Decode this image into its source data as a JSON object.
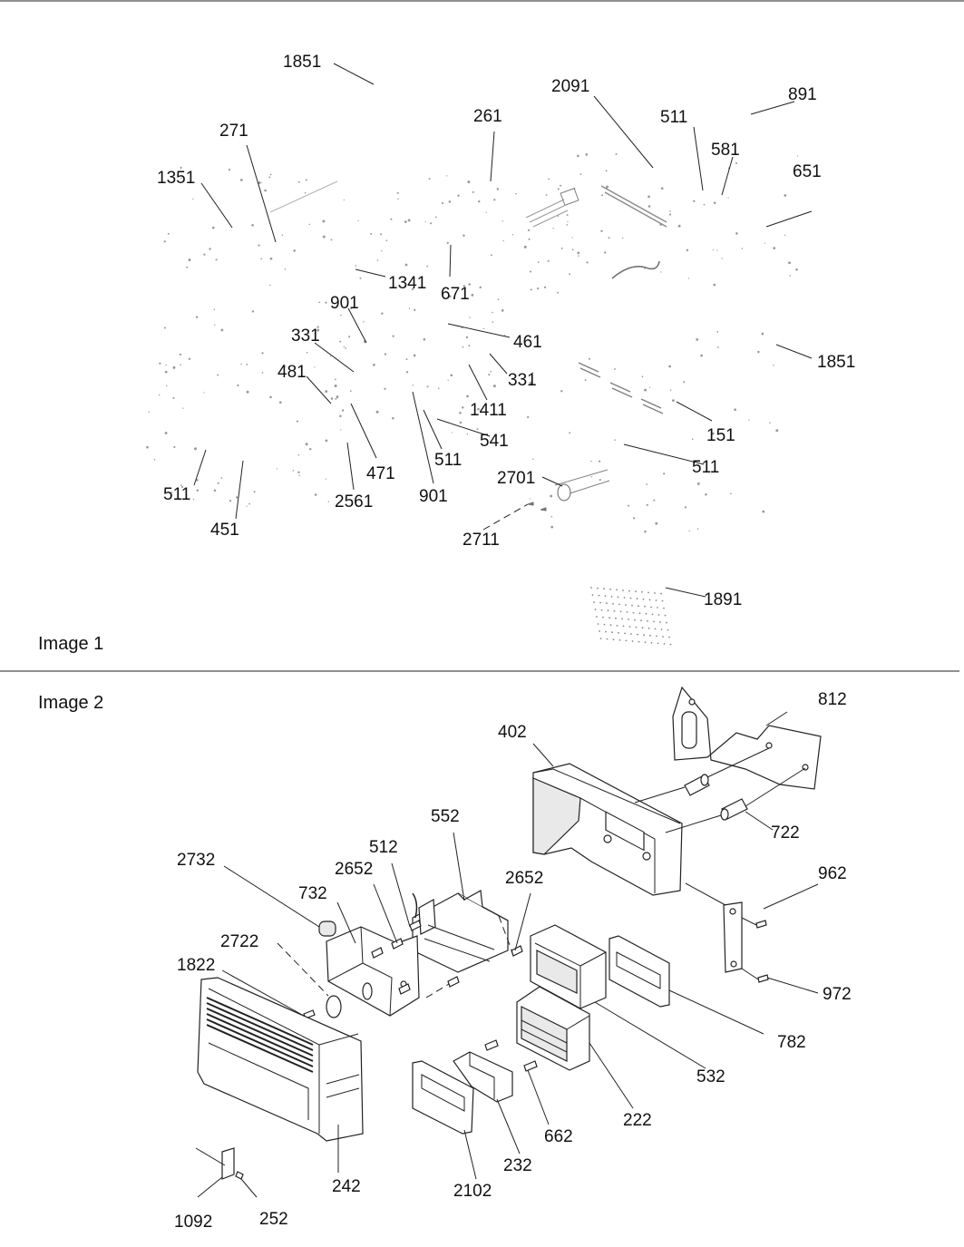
{
  "image1": {
    "label": "Image 1",
    "callouts": [
      {
        "text": "1851"
      },
      {
        "text": "2091"
      },
      {
        "text": "891"
      },
      {
        "text": "261"
      },
      {
        "text": "511"
      },
      {
        "text": "581"
      },
      {
        "text": "651"
      },
      {
        "text": "271"
      },
      {
        "text": "1351"
      },
      {
        "text": "1341"
      },
      {
        "text": "671"
      },
      {
        "text": "901"
      },
      {
        "text": "331"
      },
      {
        "text": "461"
      },
      {
        "text": "1851"
      },
      {
        "text": "481"
      },
      {
        "text": "331"
      },
      {
        "text": "1411"
      },
      {
        "text": "541"
      },
      {
        "text": "151"
      },
      {
        "text": "471"
      },
      {
        "text": "511"
      },
      {
        "text": "511"
      },
      {
        "text": "2561"
      },
      {
        "text": "901"
      },
      {
        "text": "511"
      },
      {
        "text": "2701"
      },
      {
        "text": "451"
      },
      {
        "text": "2711"
      },
      {
        "text": "1891"
      }
    ]
  },
  "image2": {
    "label": "Image 2",
    "callouts": [
      {
        "text": "812"
      },
      {
        "text": "402"
      },
      {
        "text": "552"
      },
      {
        "text": "722"
      },
      {
        "text": "2732"
      },
      {
        "text": "512"
      },
      {
        "text": "2652"
      },
      {
        "text": "2652"
      },
      {
        "text": "732"
      },
      {
        "text": "962"
      },
      {
        "text": "2722"
      },
      {
        "text": "1822"
      },
      {
        "text": "972"
      },
      {
        "text": "782"
      },
      {
        "text": "532"
      },
      {
        "text": "222"
      },
      {
        "text": "662"
      },
      {
        "text": "242"
      },
      {
        "text": "232"
      },
      {
        "text": "2102"
      },
      {
        "text": "1092"
      },
      {
        "text": "252"
      }
    ]
  }
}
